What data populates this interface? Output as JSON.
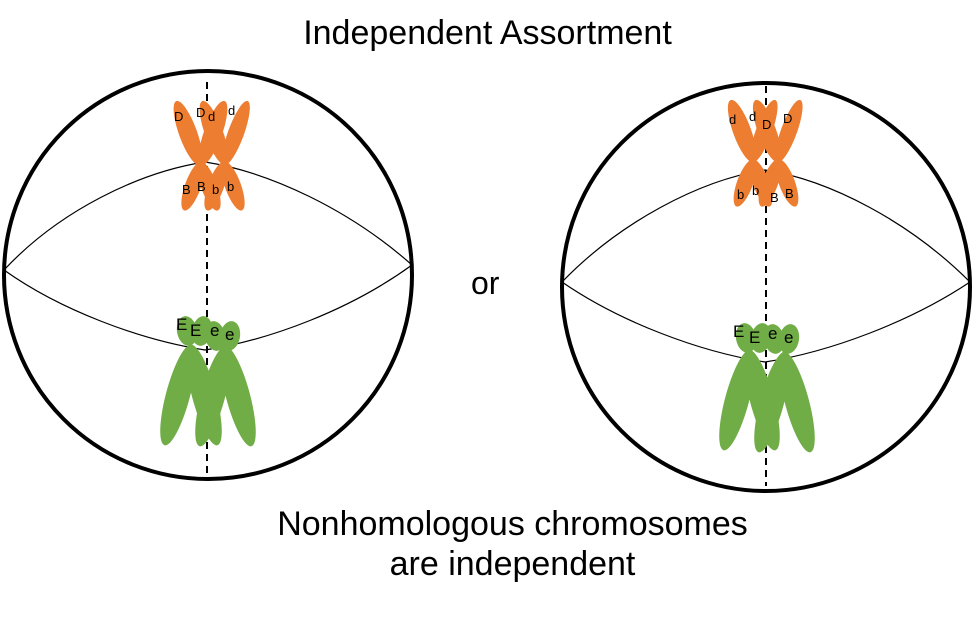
{
  "title": "Independent Assortment",
  "connector": "or",
  "caption": {
    "line1": "Nonhomologous chromosomes",
    "line2": "are independent"
  },
  "colors": {
    "orange_chromosome": "#ED7D31",
    "green_chromosome": "#70AD47",
    "outline": "#000000"
  },
  "left_cell": {
    "orange": {
      "top_left": [
        "D",
        "D"
      ],
      "top_right": [
        "d",
        "d"
      ],
      "bottom_left": [
        "B",
        "B"
      ],
      "bottom_right": [
        "b",
        "b"
      ]
    },
    "green": {
      "left": [
        "E",
        "E"
      ],
      "right": [
        "e",
        "e"
      ]
    }
  },
  "right_cell": {
    "orange": {
      "top_left": [
        "d",
        "d"
      ],
      "top_right": [
        "D",
        "D"
      ],
      "bottom_left": [
        "b",
        "b"
      ],
      "bottom_right": [
        "B",
        "B"
      ]
    },
    "green": {
      "left": [
        "E",
        "E"
      ],
      "right": [
        "e",
        "e"
      ]
    }
  }
}
